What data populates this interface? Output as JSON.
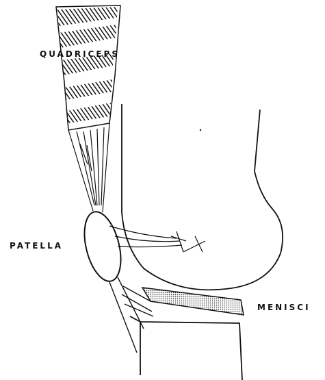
{
  "labels": {
    "quadriceps": "QUADRICEPS",
    "patella": "PATELLA",
    "menisci": "MENISCI"
  },
  "colors": {
    "ink": "#111111",
    "background": "#ffffff",
    "meniscus_fill": "#d9d9d9"
  }
}
